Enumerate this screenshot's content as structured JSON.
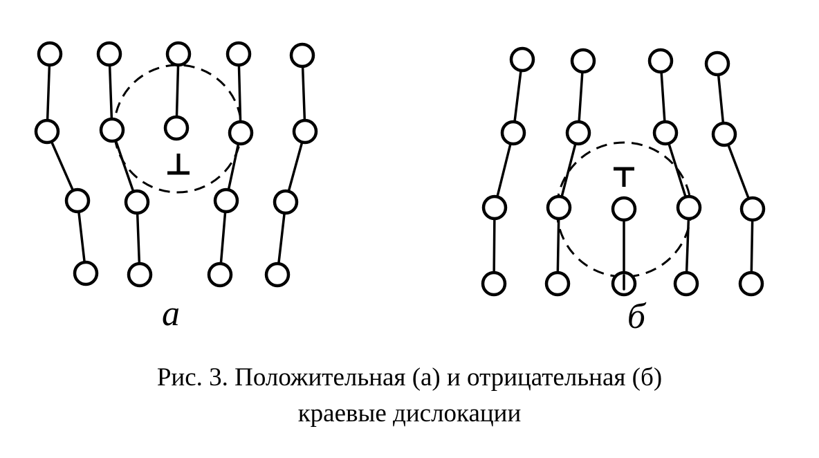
{
  "figure": {
    "panel_a_label": "а",
    "panel_b_label": "б"
  },
  "caption": {
    "line1": "Рис. 3. Положительная (а) и отрицательная (б)",
    "line2": "краевые дислокации"
  }
}
